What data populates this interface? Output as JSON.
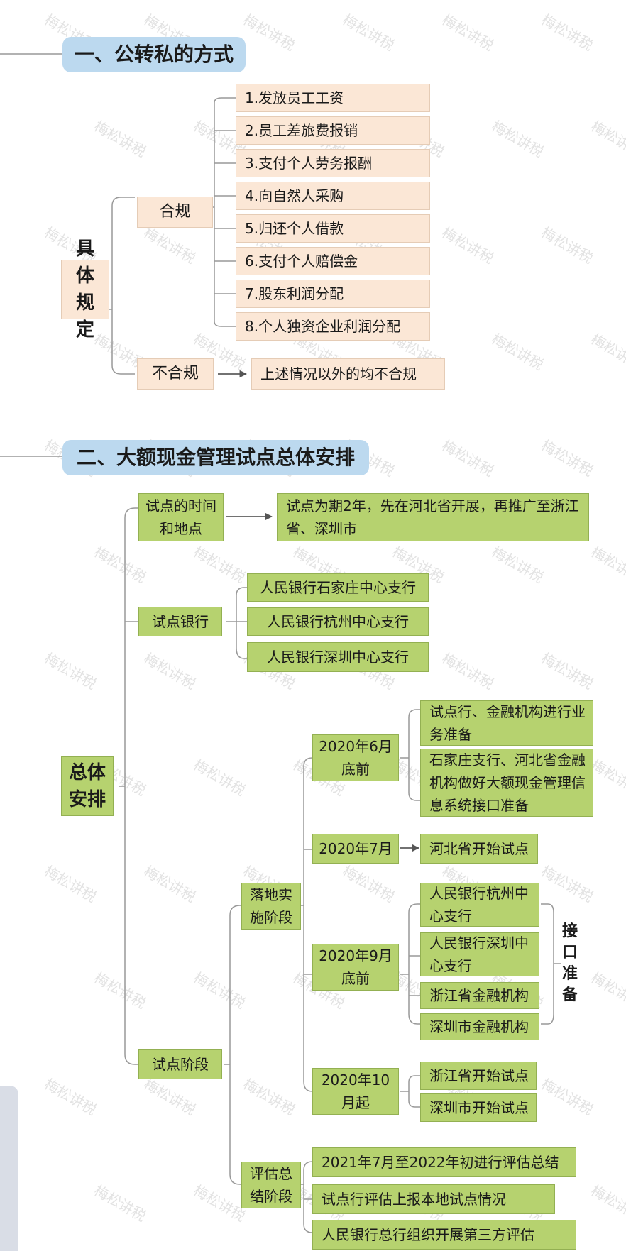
{
  "watermark": "梅松讲税",
  "section1": {
    "title": "一、公转私的方式",
    "root": "具体规定",
    "compliant": "合规",
    "items": [
      "1.发放员工工资",
      "2.员工差旅费报销",
      "3.支付个人劳务报酬",
      "4.向自然人采购",
      "5.归还个人借款",
      "6.支付个人赔偿金",
      "7.股东利润分配",
      "8.个人独资企业利润分配"
    ],
    "noncompliant": "不合规",
    "noncompliant_note": "上述情况以外的均不合规"
  },
  "section2": {
    "title": "二、大额现金管理试点总体安排",
    "root": "总体安排",
    "time_place": "试点的时间和地点",
    "time_place_note": "试点为期2年，先在河北省开展，再推广至浙江省、深圳市",
    "banks_label": "试点银行",
    "banks": [
      "人民银行石家庄中心支行",
      "人民银行杭州中心支行",
      "人民银行深圳中心支行"
    ],
    "stage_label": "试点阶段",
    "impl_stage": "落地实施阶段",
    "eval_stage": "评估总结阶段",
    "p1_date": "2020年6月底前",
    "p1_items": [
      "试点行、金融机构进行业务准备",
      "石家庄支行、河北省金融机构做好大额现金管理信息系统接口准备"
    ],
    "p2_date": "2020年7月",
    "p2_item": "河北省开始试点",
    "p3_date": "2020年9月底前",
    "p3_items": [
      "人民银行杭州中心支行",
      "人民银行深圳中心支行",
      "浙江省金融机构",
      "深圳市金融机构"
    ],
    "p3_note": "接口准备",
    "p4_date": "2020年10月起",
    "p4_items": [
      "浙江省开始试点",
      "深圳市开始试点"
    ],
    "eval_items": [
      "2021年7月至2022年初进行评估总结",
      "试点行评估上报本地试点情况",
      "人民银行总行组织开展第三方评估"
    ]
  },
  "colors": {
    "section_title_bg": "#bcd9ef",
    "section1_box_bg": "#fbe7d6",
    "section2_box_bg": "#b6d26f",
    "connector": "#888888"
  }
}
